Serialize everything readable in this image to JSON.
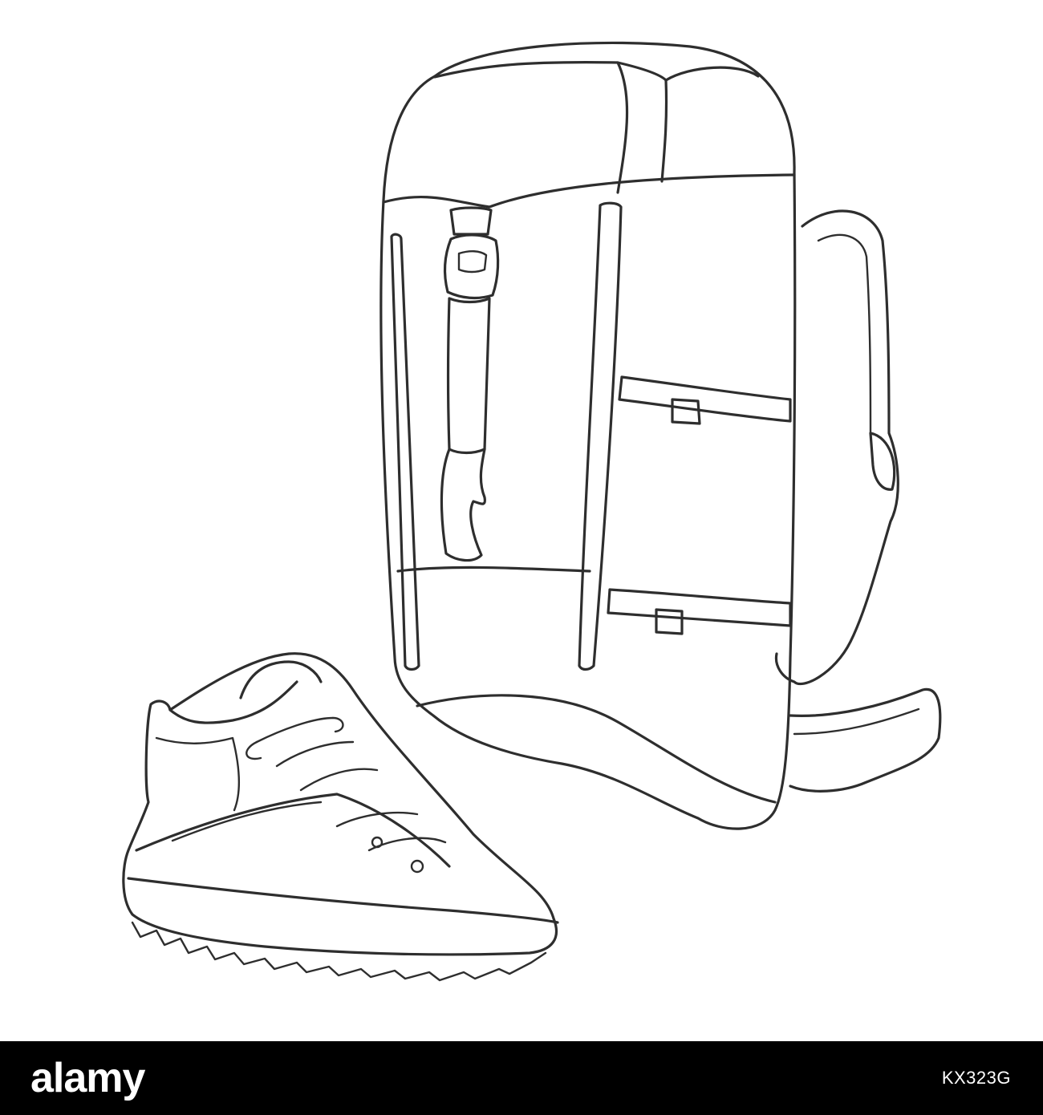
{
  "colors": {
    "background": "#ffffff",
    "ink": "#2e2e2e",
    "footer_background": "#000000",
    "footer_text": "#ffffff"
  },
  "illustration": {
    "subject": "backpack-and-hiking-boot-line-drawing"
  },
  "footer": {
    "brand": "alamy",
    "image_id": "KX323G"
  }
}
